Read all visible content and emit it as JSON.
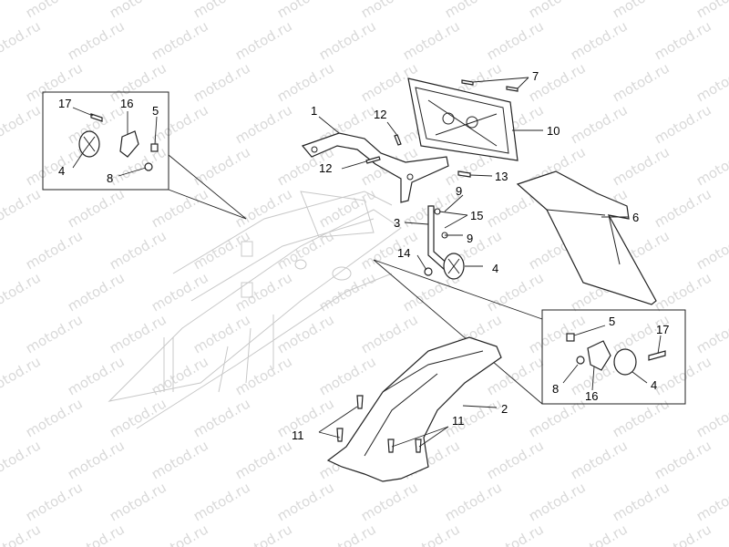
{
  "watermark": {
    "text": "motod.ru"
  },
  "callouts": {
    "c1": "1",
    "c2": "2",
    "c3": "3",
    "c4a": "4",
    "c4b": "4",
    "c4c": "4",
    "c5a": "5",
    "c5b": "5",
    "c6": "6",
    "c7": "7",
    "c8a": "8",
    "c8b": "8",
    "c9a": "9",
    "c9b": "9",
    "c10": "10",
    "c11a": "11",
    "c11b": "11",
    "c12a": "12",
    "c12b": "12",
    "c13": "13",
    "c14": "14",
    "c15": "15",
    "c16a": "16",
    "c16b": "16",
    "c17a": "17",
    "c17b": "17"
  },
  "icons": {
    "detail_box": "rectangle-frame-icon",
    "leader": "leader-line-icon"
  },
  "colors": {
    "line": "#222222",
    "ghost": "#c8c8c8",
    "watermark": "#d9d9d9",
    "background": "#ffffff"
  }
}
